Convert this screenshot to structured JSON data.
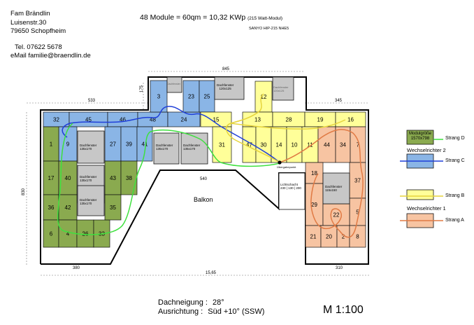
{
  "header": {
    "address": [
      "Fam Brändlin",
      "Luisenstr.30",
      "79650 Schopfheim"
    ],
    "tel": "Tel.  07622 5678",
    "email": "eMail familie@braendlin.de",
    "title": "48 Module = 60qm = 10,32 KWp",
    "title_note": "(215 Watt-Modul)",
    "module_type": "SANYO  HIP-215 NHE5"
  },
  "dimensions": {
    "top_middle": "845",
    "top_left": "533",
    "top_right": "345",
    "left_side": "830",
    "notch": "175",
    "bottom_left": "380",
    "bottom_total": "15,65",
    "bottom_right": "310",
    "balcony": "540"
  },
  "labels": {
    "balkon": "Balkon",
    "skylight_top": "Dachfenster",
    "skylight_120": "Dachfenster\n120x125",
    "skylight_top2": "Dachfenster\n120x125",
    "skylight_135": "Dachfenster\n135x170",
    "skylight_115": "Dachfenster\n115x150",
    "lichtschacht": "Lichtschacht\n230 | 130 | 200",
    "uebergang": "Übergabepunkt"
  },
  "legend": {
    "module_size": "Modulgröße\n1570x798",
    "strang_d": "Strang D",
    "wechselrichter_2": "Wechselrichter 2",
    "strang_c": "Strang C",
    "strang_b": "Strang B",
    "wechselrichter_1": "Wechselrichter 1",
    "strang_a": "Strang A"
  },
  "colors": {
    "green": "#8aaa4f",
    "blue": "#8ab5e6",
    "yellow": "#ffff99",
    "orange": "#f7c4a2",
    "grey": "#c7c7c7"
  },
  "modules": [
    {
      "n": "32",
      "c": "blue"
    },
    {
      "n": "45",
      "c": "blue"
    },
    {
      "n": "46",
      "c": "blue"
    },
    {
      "n": "48",
      "c": "blue"
    },
    {
      "n": "24",
      "c": "blue"
    },
    {
      "n": "3",
      "c": "blue"
    },
    {
      "n": "23",
      "c": "blue"
    },
    {
      "n": "25",
      "c": "blue"
    },
    {
      "n": "9",
      "c": "blue"
    },
    {
      "n": "27",
      "c": "blue"
    },
    {
      "n": "39",
      "c": "blue"
    },
    {
      "n": "41",
      "c": "blue"
    },
    {
      "n": "1",
      "c": "green"
    },
    {
      "n": "17",
      "c": "green"
    },
    {
      "n": "40",
      "c": "green"
    },
    {
      "n": "36",
      "c": "green"
    },
    {
      "n": "42",
      "c": "green"
    },
    {
      "n": "6",
      "c": "green"
    },
    {
      "n": "4",
      "c": "green"
    },
    {
      "n": "26",
      "c": "green"
    },
    {
      "n": "33",
      "c": "green"
    },
    {
      "n": "43",
      "c": "green"
    },
    {
      "n": "38",
      "c": "green"
    },
    {
      "n": "35",
      "c": "green"
    },
    {
      "n": "15",
      "c": "yellow"
    },
    {
      "n": "31",
      "c": "yellow"
    },
    {
      "n": "12",
      "c": "yellow"
    },
    {
      "n": "13",
      "c": "yellow"
    },
    {
      "n": "28",
      "c": "yellow"
    },
    {
      "n": "47",
      "c": "yellow"
    },
    {
      "n": "30",
      "c": "yellow"
    },
    {
      "n": "14",
      "c": "yellow"
    },
    {
      "n": "10",
      "c": "yellow"
    },
    {
      "n": "19",
      "c": "yellow"
    },
    {
      "n": "16",
      "c": "yellow"
    },
    {
      "n": "11",
      "c": "yellow"
    },
    {
      "n": "44",
      "c": "orange"
    },
    {
      "n": "34",
      "c": "orange"
    },
    {
      "n": "7",
      "c": "orange"
    },
    {
      "n": "18",
      "c": "orange"
    },
    {
      "n": "37",
      "c": "orange"
    },
    {
      "n": "29",
      "c": "orange"
    },
    {
      "n": "5",
      "c": "orange"
    },
    {
      "n": "22",
      "c": "orange"
    },
    {
      "n": "21",
      "c": "orange"
    },
    {
      "n": "20",
      "c": "orange"
    },
    {
      "n": "2",
      "c": "orange"
    },
    {
      "n": "8",
      "c": "orange"
    }
  ],
  "footer": {
    "dachneigung_label": "Dachneigung :",
    "dachneigung_value": "28°",
    "ausrichtung_label": "Ausrichtung  :",
    "ausrichtung_value": "Süd +10° (SSW)",
    "scale": "M 1:100"
  }
}
